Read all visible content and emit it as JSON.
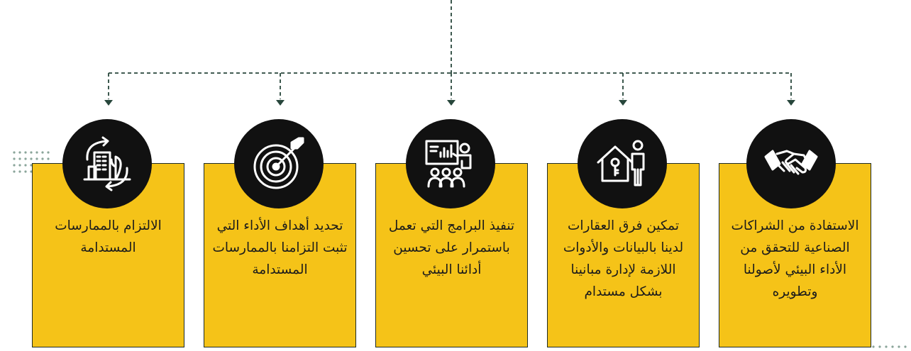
{
  "colors": {
    "card_fill": "#f5c318",
    "card_border": "#1e2b26",
    "connector": "#27463b",
    "badge": "#111111",
    "icon_stroke": "#ffffff",
    "dots": "#8aa59a"
  },
  "cards": [
    {
      "text": "الاستفادة من الشراكات الصناعية للتحقق من الأداء البيئي لأصولنا وتطويره",
      "icon": "handshake-icon"
    },
    {
      "text": "تمكين فرق العقارات لدينا بالبيانات والأدوات اللازمة لإدارة مبانينا بشكل مستدام",
      "icon": "house-person-icon"
    },
    {
      "text": "تنفيذ البرامج التي تعمل باستمرار على تحسين أدائنا البيئي",
      "icon": "presentation-icon"
    },
    {
      "text": "تحديد أهداف الأداء التي تثبت التزامنا بالممارسات المستدامة",
      "icon": "target-icon"
    },
    {
      "text": "الالتزام بالممارسات المستدامة",
      "icon": "sustainable-building-icon"
    }
  ]
}
